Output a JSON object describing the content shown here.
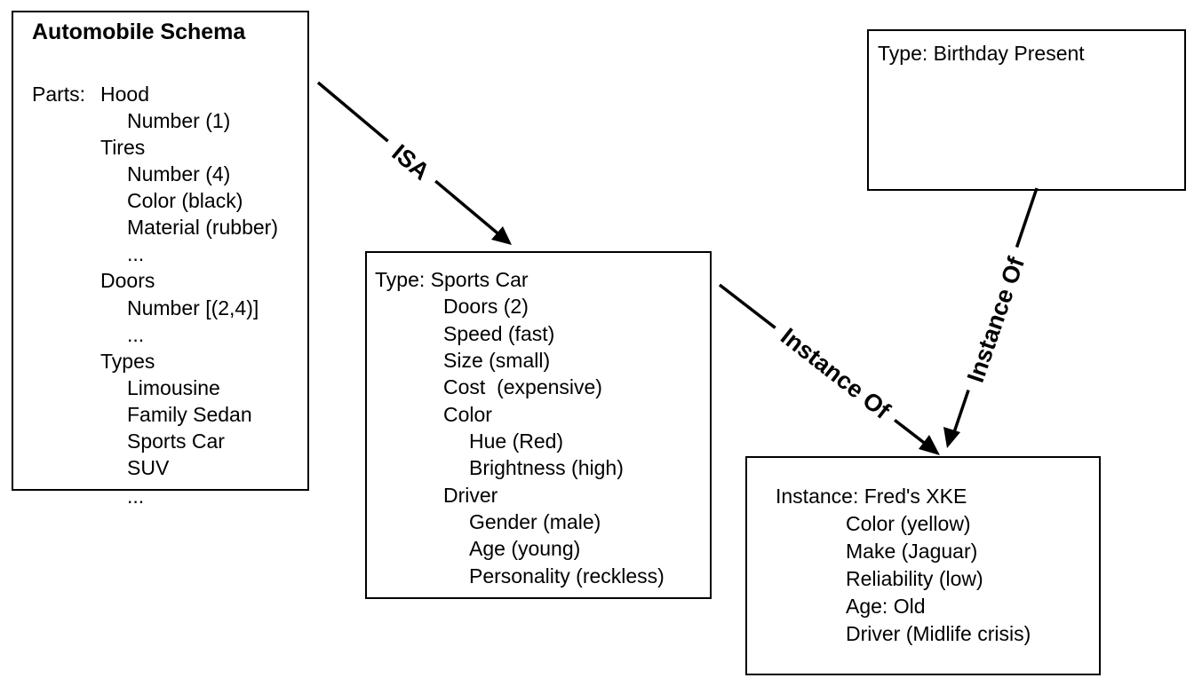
{
  "schema_box": {
    "title": "Automobile Schema",
    "parts_label": "Parts:",
    "hood": "Hood",
    "hood_number": "Number (1)",
    "tires": "Tires",
    "tires_number": "Number (4)",
    "tires_color": "Color (black)",
    "tires_material": "Material (rubber)",
    "tires_more": "...",
    "doors": "Doors",
    "doors_number": "Number [(2,4)]",
    "doors_more": "...",
    "types": "Types",
    "type_1": "Limousine",
    "type_2": "Family Sedan",
    "type_3": "Sports Car",
    "type_4": "SUV",
    "types_more": "..."
  },
  "sports_car_box": {
    "heading": "Type: Sports Car",
    "doors": "Doors (2)",
    "speed": "Speed (fast)",
    "size": "Size (small)",
    "cost": "Cost  (expensive)",
    "color": "Color",
    "hue": "Hue (Red)",
    "brightness": "Brightness (high)",
    "driver": "Driver",
    "gender": "Gender (male)",
    "age": "Age (young)",
    "personality": "Personality (reckless)"
  },
  "birthday_box": {
    "heading": "Type: Birthday Present"
  },
  "instance_box": {
    "heading": "Instance: Fred's XKE",
    "color": "Color (yellow)",
    "make": "Make (Jaguar)",
    "reliability": "Reliability (low)",
    "age": "Age: Old",
    "driver": "Driver (Midlife crisis)"
  },
  "edges": {
    "isa_label": "ISA",
    "instance_of_sports_label": "Instance Of",
    "instance_of_birthday_label": "Instance Of"
  }
}
